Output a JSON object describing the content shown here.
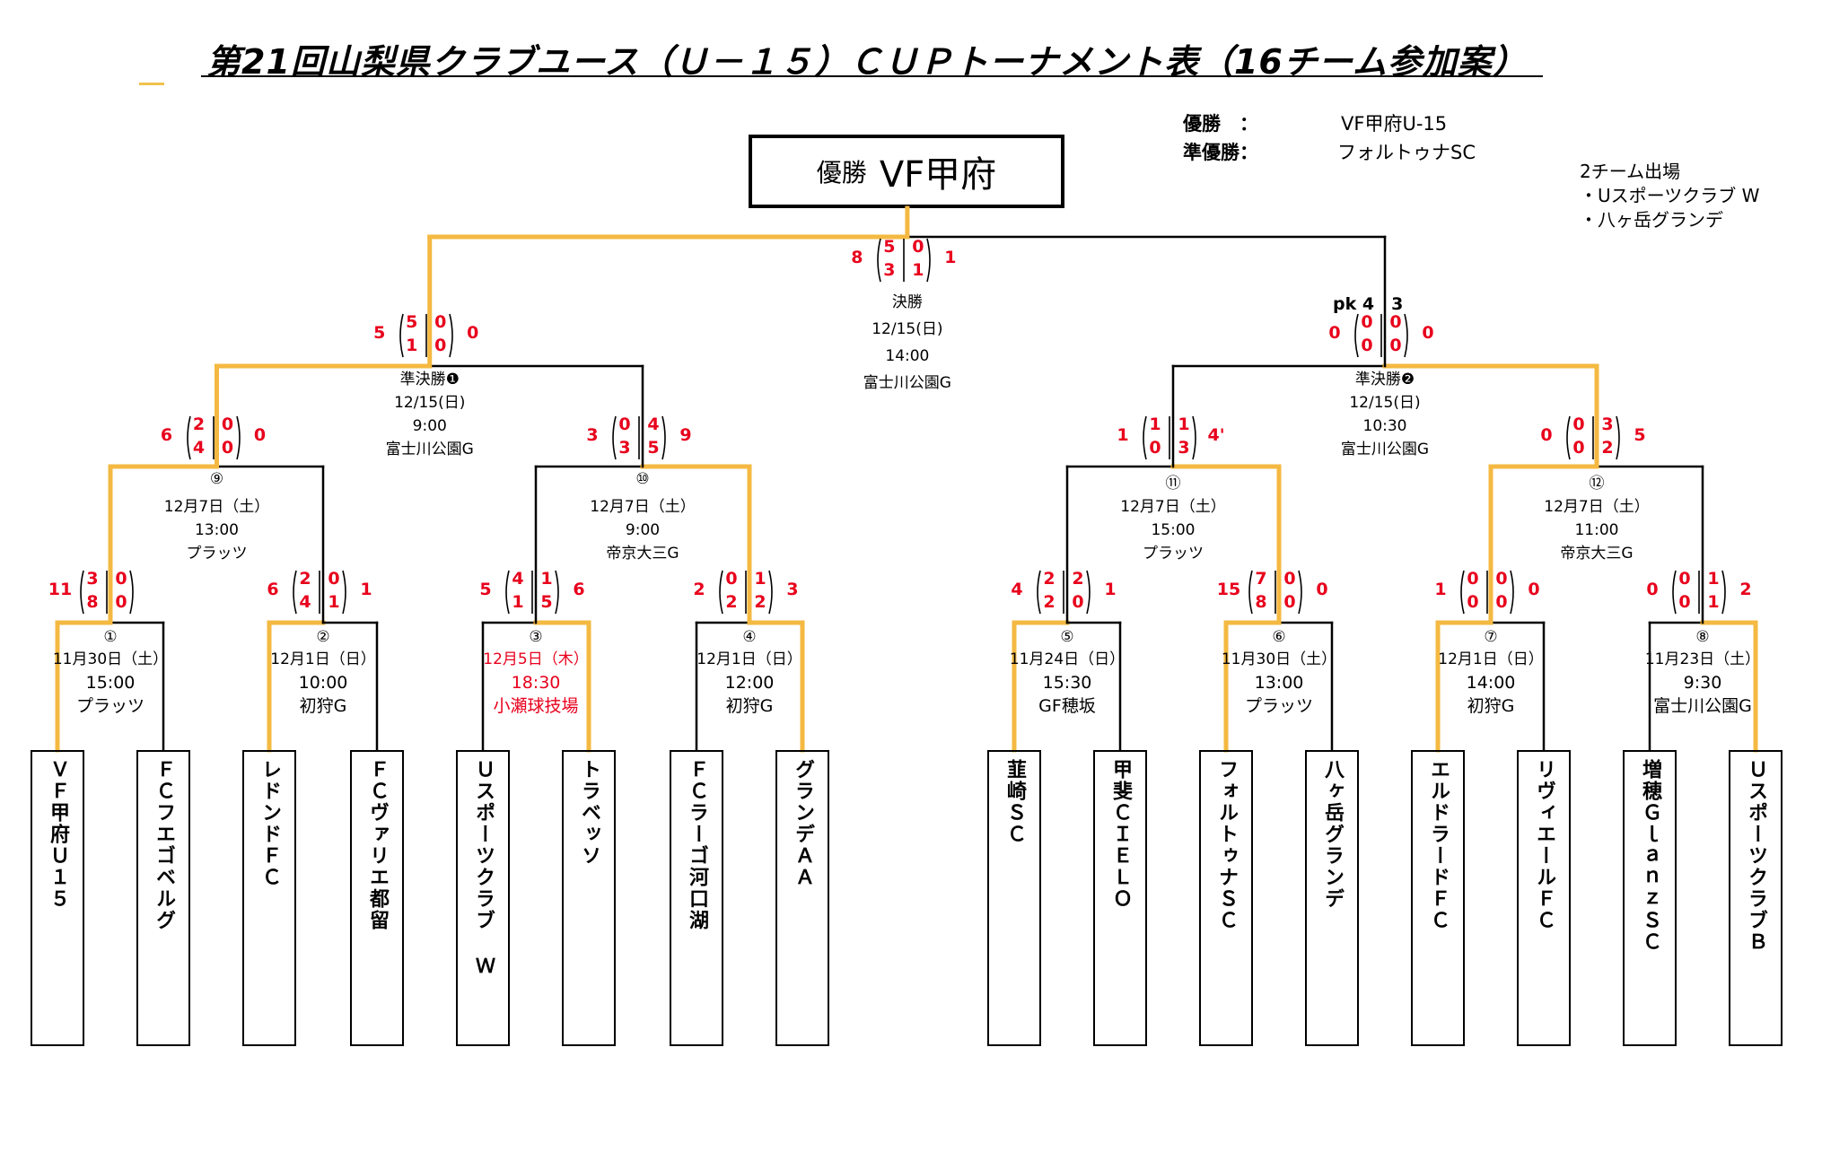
{
  "title": "第21回山梨県クラブユース（Ｕ－１５）ＣＵＰトーナメント表（16チーム参加案）",
  "champion_box": {
    "label": "優勝",
    "team": "VF甲府"
  },
  "results": {
    "winner_label": "優勝　：",
    "winner": "VF甲府U-15",
    "runner_label": "準優勝：",
    "runner": "フォルトゥナSC"
  },
  "note": [
    "2チーム出場",
    "・Uスポーツクラブ W",
    "・八ヶ岳グランデ"
  ],
  "teams": [
    "ＶＦ甲府Ｕ１５",
    "ＦＣフエゴベルグ",
    "レドンドＦＣ",
    "ＦＣヴァリエ都留",
    "Ｕスポーツクラブ Ｗ",
    "トラベッソ",
    "ＦＣラーゴ河口湖",
    "グランデＡＡ",
    "韮崎ＳＣ",
    "甲斐ＣＩＥＬＯ",
    "フォルトゥナＳＣ",
    "八ヶ岳グランデ",
    "エルドラードＦＣ",
    "リヴィエールＦＣ",
    "増穂ＧｌａｎｚＳＣ",
    "ＵスポーツクラブＢ"
  ],
  "r1": [
    {
      "no": "①",
      "date": "11月30日（土）",
      "time": "15:00",
      "venue": "プラッツ",
      "red": false
    },
    {
      "no": "②",
      "date": "12月1日（日）",
      "time": "10:00",
      "venue": "初狩G",
      "red": false
    },
    {
      "no": "③",
      "date": "12月5日（木）",
      "time": "18:30",
      "venue": "小瀬球技場",
      "red": true
    },
    {
      "no": "④",
      "date": "12月1日（日）",
      "time": "12:00",
      "venue": "初狩G",
      "red": false
    },
    {
      "no": "⑤",
      "date": "11月24日（日）",
      "time": "15:30",
      "venue": "GF穂坂",
      "red": false
    },
    {
      "no": "⑥",
      "date": "11月30日（土）",
      "time": "13:00",
      "venue": "プラッツ",
      "red": false
    },
    {
      "no": "⑦",
      "date": "12月1日（日）",
      "time": "14:00",
      "venue": "初狩G",
      "red": false
    },
    {
      "no": "⑧",
      "date": "11月23日（土）",
      "time": "9:30",
      "venue": "富士川公園G",
      "red": false
    }
  ],
  "qf": [
    {
      "no": "⑨",
      "date": "12月7日（土）",
      "time": "13:00",
      "venue": "プラッツ"
    },
    {
      "no": "⑩",
      "date": "12月7日（土）",
      "time": "9:00",
      "venue": "帝京大三G"
    },
    {
      "no": "⑪",
      "date": "12月7日（土）",
      "time": "15:00",
      "venue": "プラッツ"
    },
    {
      "no": "⑫",
      "date": "12月7日（土）",
      "time": "11:00",
      "venue": "帝京大三G"
    }
  ],
  "sf": [
    {
      "no": "準決勝❶",
      "date": "12/15(日)",
      "time": "9:00",
      "venue": "富士川公園G"
    },
    {
      "no": "準決勝❷",
      "date": "12/15(日)",
      "time": "10:30",
      "venue": "富士川公園G"
    }
  ],
  "final": {
    "no": "決勝",
    "date": "12/15(日)",
    "time": "14:00",
    "venue": "富士川公園G"
  },
  "scores": {
    "r1": [
      {
        "l": "11",
        "l1": "3",
        "l2": "8",
        "r1": "0",
        "r2": "0",
        "r": ""
      },
      {
        "l": "6",
        "l1": "2",
        "l2": "4",
        "r1": "0",
        "r2": "1",
        "r": "1"
      },
      {
        "l": "5",
        "l1": "4",
        "l2": "1",
        "r1": "1",
        "r2": "5",
        "r": "6"
      },
      {
        "l": "2",
        "l1": "0",
        "l2": "2",
        "r1": "1",
        "r2": "2",
        "r": "3"
      },
      {
        "l": "4",
        "l1": "2",
        "l2": "2",
        "r1": "2",
        "r2": "0",
        "r": "1"
      },
      {
        "l": "15",
        "l1": "7",
        "l2": "8",
        "r1": "0",
        "r2": "0",
        "r": "0"
      },
      {
        "l": "1",
        "l1": "0",
        "l2": "0",
        "r1": "0",
        "r2": "0",
        "r": "0"
      },
      {
        "l": "0",
        "l1": "0",
        "l2": "0",
        "r1": "1",
        "r2": "1",
        "r": "2"
      }
    ],
    "qf": [
      {
        "l": "6",
        "l1": "2",
        "l2": "4",
        "r1": "0",
        "r2": "0",
        "r": "0"
      },
      {
        "l": "3",
        "l1": "0",
        "l2": "3",
        "r1": "4",
        "r2": "5",
        "r": "9"
      },
      {
        "l": "1",
        "l1": "1",
        "l2": "0",
        "r1": "1",
        "r2": "3",
        "r": "4'"
      },
      {
        "l": "0",
        "l1": "0",
        "l2": "0",
        "r1": "3",
        "r2": "2",
        "r": "5"
      }
    ],
    "sf": [
      {
        "l": "5",
        "l1": "5",
        "l2": "1",
        "r1": "0",
        "r2": "0",
        "r": "0"
      },
      {
        "l": "0",
        "l1": "0",
        "l2": "0",
        "r1": "0",
        "r2": "0",
        "r": "0"
      }
    ],
    "final": {
      "l": "8",
      "l1": "5",
      "l2": "3",
      "r1": "0",
      "r2": "1",
      "r": "1"
    },
    "pk": "pk 4　3"
  },
  "colors": {
    "winner_line": "#f4b942",
    "line": "#000000",
    "score": "#e8001c"
  }
}
